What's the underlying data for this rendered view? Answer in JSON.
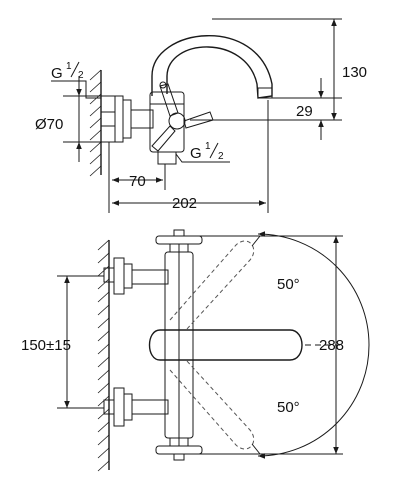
{
  "drawing": {
    "top_view": {
      "thread_upper": {
        "letter": "G",
        "num": "1",
        "den": "2"
      },
      "thread_lower": {
        "letter": "G",
        "num": "1",
        "den": "2"
      },
      "dia_label": "Ø70",
      "dim_130": "130",
      "dim_29": "29",
      "dim_70": "70",
      "dim_202": "202"
    },
    "front_view": {
      "angle_top": "50°",
      "angle_bottom": "50°",
      "dim_150": "150±15",
      "dim_288": "288"
    }
  }
}
